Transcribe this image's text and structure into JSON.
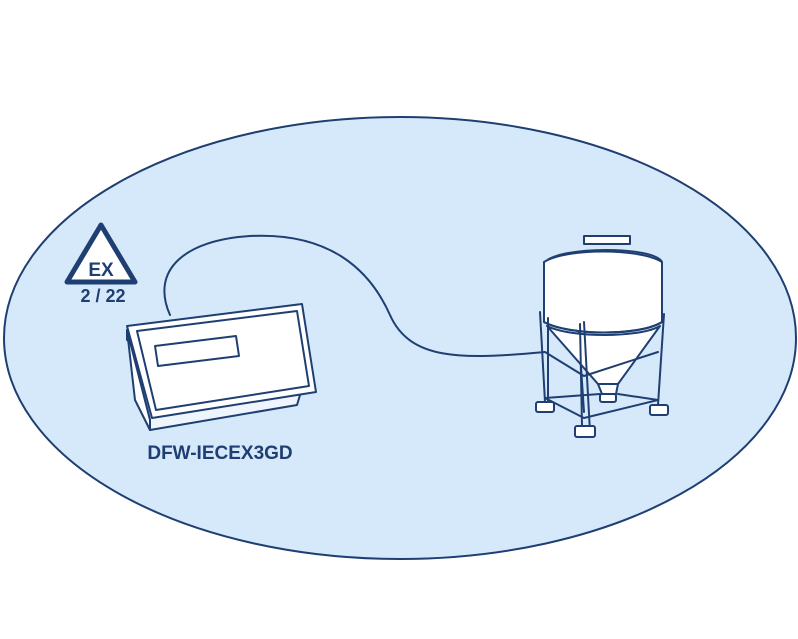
{
  "diagram": {
    "colors": {
      "zone_fill": "#d6e9fa",
      "outline": "#1f3f72",
      "background": "#ffffff"
    },
    "hazard_marking": {
      "icon": "ex-triangle-icon",
      "symbol": "EX",
      "zones": "2 / 22"
    },
    "device": {
      "icon": "weighing-terminal-icon",
      "label": "DFW-IECEX3GD"
    },
    "vessel": {
      "icon": "silo-hopper-icon"
    },
    "connection": {
      "icon": "cable-icon"
    }
  }
}
